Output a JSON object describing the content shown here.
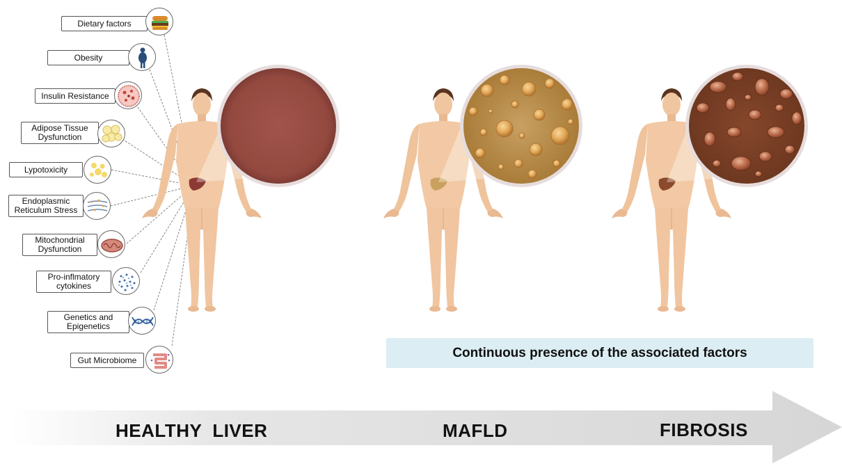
{
  "factors": [
    {
      "label": "Dietary  factors",
      "icon": "burger-icon"
    },
    {
      "label": "Obesity",
      "icon": "obese-person-icon"
    },
    {
      "label": "Insulin Resistance",
      "icon": "cell-icon"
    },
    {
      "label": "Adipose Tissue Dysfunction",
      "icon": "adipocytes-icon"
    },
    {
      "label": "Lypotoxicity",
      "icon": "lipid-droplets-icon"
    },
    {
      "label": "Endoplasmic Reticulum Stress",
      "icon": "endoplasmic-reticulum-icon"
    },
    {
      "label": "Mitochondrial Dysfunction",
      "icon": "mitochondria-icon"
    },
    {
      "label": "Pro-inflmatory cytokines",
      "icon": "cytokines-icon"
    },
    {
      "label": "Genetics and Epigenetics",
      "icon": "dna-icon"
    },
    {
      "label": "Gut Microbiome",
      "icon": "intestine-icon"
    }
  ],
  "banner": "Continuous presence of the associated factors",
  "stages": [
    "HEALTHY  LIVER",
    "MAFLD",
    "FIBROSIS"
  ],
  "colors": {
    "healthy_liver": "#9c4f48",
    "mafld_liver": "#c59a55",
    "fibrosis_liver": "#7d4127",
    "skin": "#f2c9a4",
    "banner": "#dceef3",
    "arrow": "#d8d8d8"
  }
}
